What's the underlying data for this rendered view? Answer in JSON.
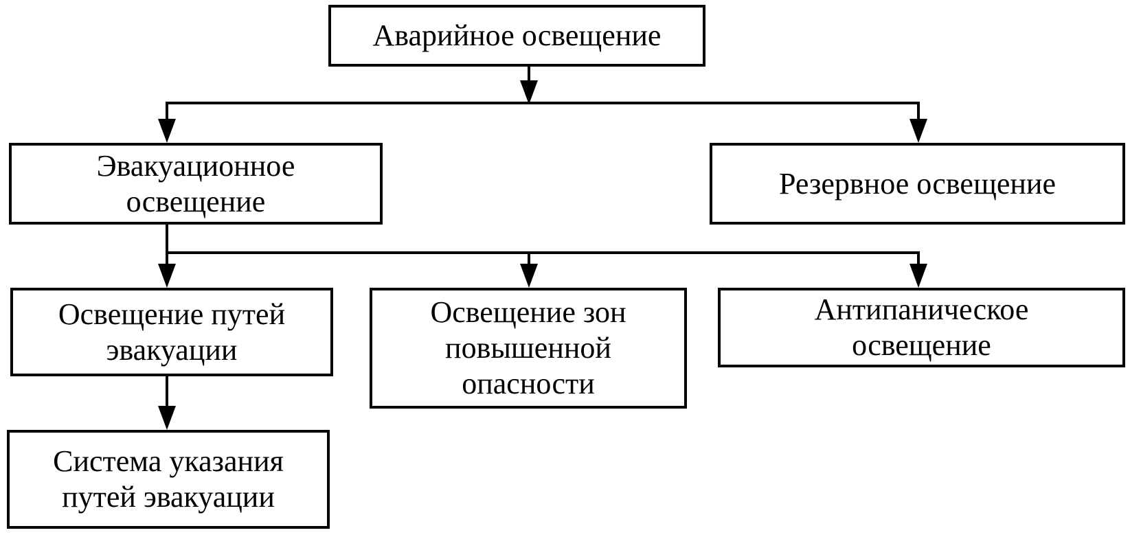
{
  "diagram": {
    "type": "hierarchy-flowchart",
    "language": "ru",
    "nodes": {
      "root": {
        "label": "Аварийное освещение"
      },
      "evac": {
        "label": "Эвакуационное\nосвещение"
      },
      "reserve": {
        "label": "Резервное освещение"
      },
      "paths": {
        "label": "Освещение путей\nэвакуации"
      },
      "zones": {
        "label": "Освещение зон\nповышенной\nопасности"
      },
      "antipanic": {
        "label": "Антипаническое\nосвещение"
      },
      "signage": {
        "label": "Система указания\nпутей эвакуации"
      }
    },
    "edges": [
      {
        "from": "root",
        "to": "evac"
      },
      {
        "from": "root",
        "to": "reserve"
      },
      {
        "from": "evac",
        "to": "paths"
      },
      {
        "from": "evac",
        "to": "zones"
      },
      {
        "from": "evac",
        "to": "antipanic"
      },
      {
        "from": "paths",
        "to": "signage"
      }
    ],
    "colors": {
      "line": "#000000",
      "box_border": "#000000",
      "box_fill": "#ffffff",
      "text": "#000000",
      "background": "#ffffff"
    }
  }
}
